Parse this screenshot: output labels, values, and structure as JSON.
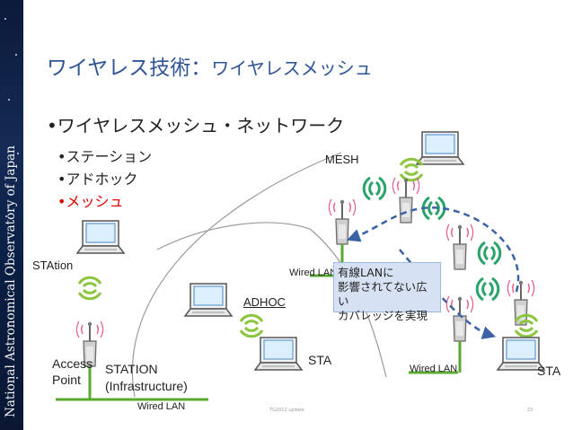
{
  "sidebar": {
    "text": "National Astronomical Observatory of Japan",
    "colors": {
      "bg": "#0b1a3a",
      "text": "#f3f3f3"
    }
  },
  "slide": {
    "title_main": "ワイヤレス技術：",
    "title_sub": "ワイヤレスメッシュ",
    "bullet_main": "•ワイヤレスメッシュ・ネットワーク",
    "bullets": [
      "•ステーション",
      "•アドホック",
      "•メッシュ"
    ],
    "colors": {
      "title": "#2f5597",
      "highlight": "#e00000",
      "callout": "#d6e1f3",
      "arc": "#4a6fa8"
    }
  },
  "diagram": {
    "labels": {
      "mesh": "MESH",
      "station_left": "STAtion",
      "adhoc": "ADHOC",
      "sta_mid": "STA",
      "sta_right": "STA",
      "access": "Access",
      "point": "Point",
      "station": "STATION",
      "infrastructure": "(Infrastructure)",
      "wired_lan_bottom": "Wired LAN",
      "wired_lan_mid": "Wired LAN",
      "wired_lan_right": "Wired LAN"
    },
    "callout_lines": [
      "有線LANに",
      "影響されてない広い",
      "カバレッジを実現"
    ]
  },
  "footer": {
    "left": "TG2012 update",
    "right": "23"
  }
}
